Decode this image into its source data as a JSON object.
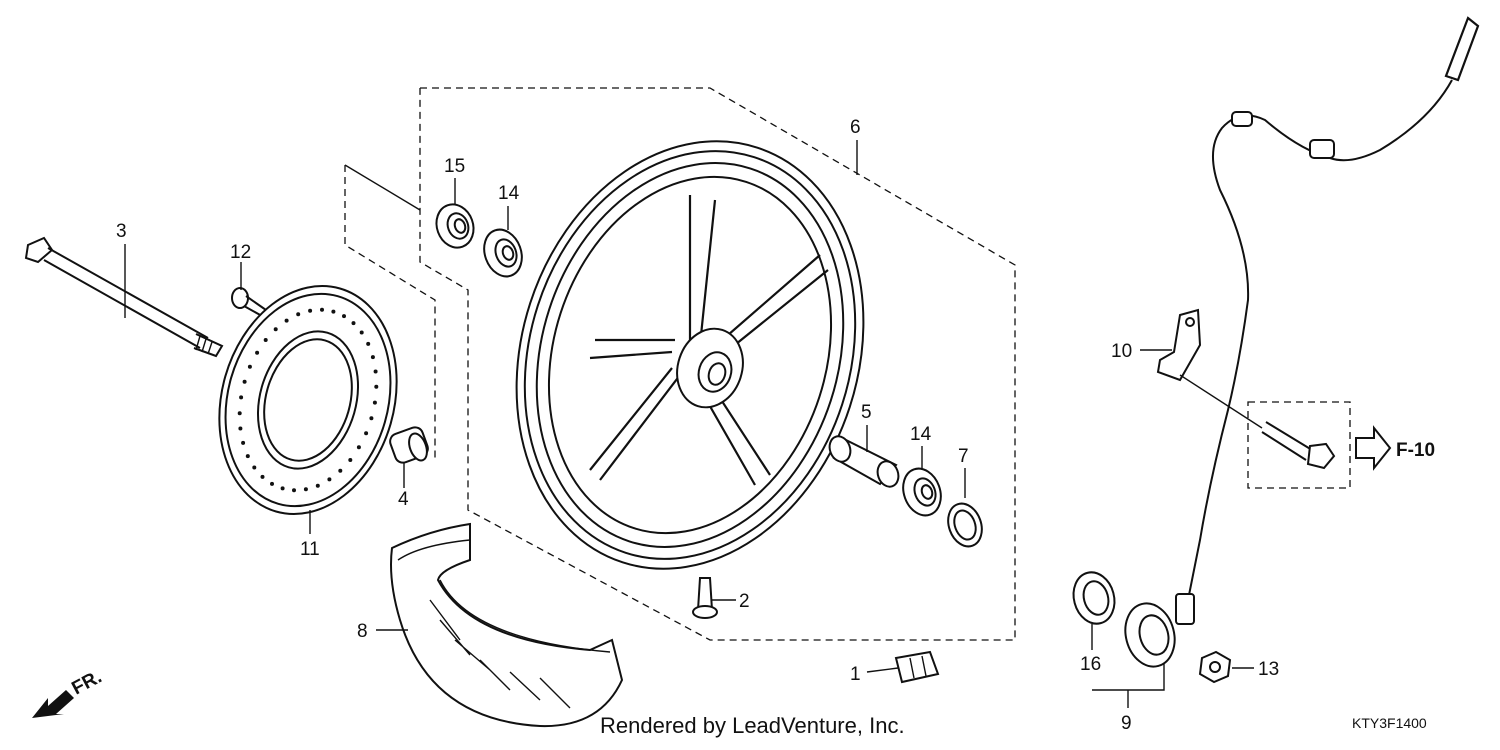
{
  "diagram": {
    "callouts": {
      "p1": "1",
      "p2": "2",
      "p3": "3",
      "p4": "4",
      "p5": "5",
      "p6": "6",
      "p7": "7",
      "p8": "8",
      "p9": "9",
      "p10": "10",
      "p11": "11",
      "p12": "12",
      "p13": "13",
      "p14a": "14",
      "p14b": "14",
      "p15": "15",
      "p16": "16"
    },
    "reference": "F-10",
    "direction": "FR.",
    "footer": "Rendered by LeadVenture, Inc.",
    "code": "KTY3F1400"
  }
}
